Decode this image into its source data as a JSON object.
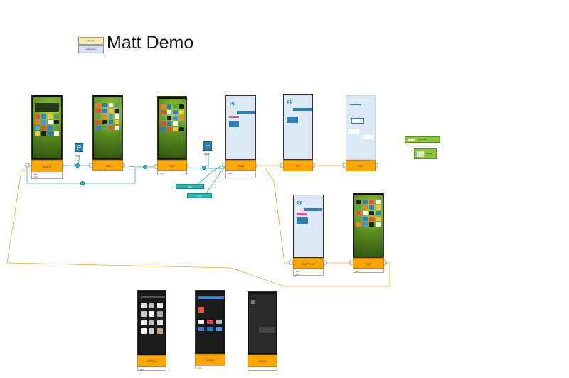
{
  "title": "Matt Demo",
  "legend": {
    "item1": "Model",
    "item2": "Subroutine"
  },
  "steps": [
    {
      "label": "SWIPE",
      "id": "s1",
      "notes": [
        "text",
        "text"
      ]
    },
    {
      "label": "FIND",
      "id": "s2",
      "notes": []
    },
    {
      "label": "TAP",
      "id": "s3",
      "notes": [
        "text"
      ]
    },
    {
      "label": "FIND",
      "id": "s4",
      "notes": [
        "text"
      ]
    },
    {
      "label": "TAP",
      "id": "s5",
      "notes": []
    },
    {
      "label": "TAP",
      "id": "s6",
      "notes": []
    },
    {
      "label": "SWIPE UP",
      "id": "s7",
      "notes": [
        "text",
        "text"
      ]
    },
    {
      "label": "TAP",
      "id": "s8",
      "notes": [
        "text"
      ]
    },
    {
      "label": "SCROLL",
      "id": "s9",
      "notes": [
        "text"
      ]
    },
    {
      "label": "ZOOM",
      "id": "s10",
      "notes": [
        "text"
      ]
    },
    {
      "label": "ENDS",
      "id": "s11",
      "notes": []
    }
  ],
  "side_nodes": {
    "node1": "Subroutine",
    "node2": "Model"
  },
  "teal_tags": [
    "Else",
    "True"
  ],
  "icon_labels": [
    "App",
    "App"
  ],
  "colors": {
    "accent_orange": "#ffa500",
    "teal": "#2ab3b3",
    "line_orange": "#f2a93b",
    "green": "#8cc63f"
  }
}
